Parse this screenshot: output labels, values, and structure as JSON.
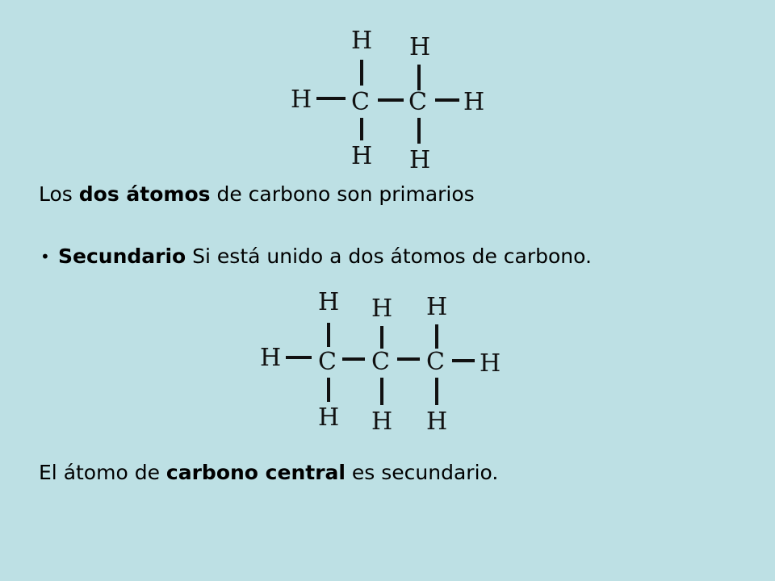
{
  "slide": {
    "background_color": "#bde0e4"
  },
  "ethane": {
    "atoms": {
      "h_left": "H",
      "c1": "C",
      "c2": "C",
      "h_right": "H",
      "h_top1": "H",
      "h_top2": "H",
      "h_bottom1": "H",
      "h_bottom2": "H"
    }
  },
  "line1": {
    "part1": "Los ",
    "bold1": "dos átomos",
    "part2": " de carbono son primarios"
  },
  "line2": {
    "bullet": "•",
    "bold1": "Secundario",
    "part1": " Si está unido a dos átomos de carbono."
  },
  "propane": {
    "atoms": {
      "h_left": "H",
      "c1": "C",
      "c2": "C",
      "c3": "C",
      "h_right": "H",
      "h_top1": "H",
      "h_top2": "H",
      "h_top3": "H",
      "h_bottom1": "H",
      "h_bottom2": "H",
      "h_bottom3": "H"
    }
  },
  "line3": {
    "part1": "El átomo de ",
    "bold1": "carbono central",
    "part2": " es secundario."
  }
}
